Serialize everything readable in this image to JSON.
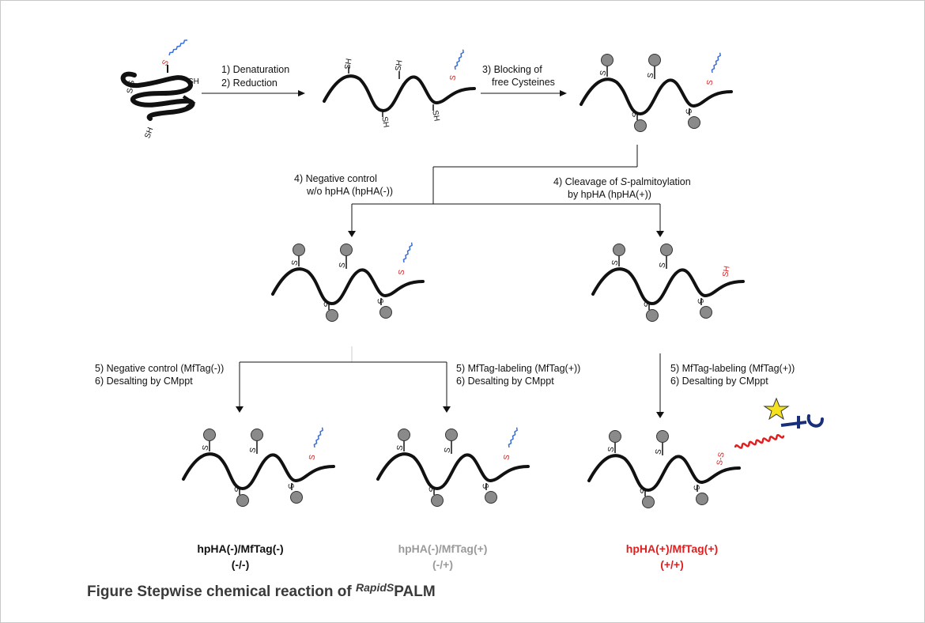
{
  "steps": {
    "s1": "1)  Denaturation",
    "s2": "2)  Reduction",
    "s3a": "3) Blocking of",
    "s3b": "free Cysteines",
    "neg4a": "4) Negative control",
    "neg4b": "w/o hpHA (hpHA(-))",
    "cleave4a_pre": "4) Cleavage of ",
    "cleave4a_it": "S",
    "cleave4a_post": "-palmitoylation",
    "cleave4b": "by hpHA  (hpHA(+))",
    "neg5": "5) Negative control (MfTag(-))",
    "desalt6": "6) Desalting by CMppt",
    "lab5": "5) MfTag-labeling (MfTag(+))"
  },
  "atoms": {
    "sh": "SH",
    "s": "S",
    "ss": "S-S"
  },
  "results": [
    {
      "name": "hpHA(-)/MfTag(-)",
      "code": "(-/-)",
      "color": "#111111"
    },
    {
      "name": "hpHA(-)/MfTag(+)",
      "code": "(-/+)",
      "color": "#9a9a9a"
    },
    {
      "name": "hpHA(+)/MfTag(+)",
      "code": "(+/+)",
      "color": "#e02020"
    }
  ],
  "caption": {
    "pre": "Figure Stepwise chemical reaction of ",
    "sup": "RapidS",
    "post": "PALM"
  },
  "colors": {
    "palmitoyl": "#3a6fd8",
    "thioester": "#e02020",
    "bead": "#8a8a8a",
    "star": "#f5e21c",
    "tag": "#1a2f7a"
  }
}
